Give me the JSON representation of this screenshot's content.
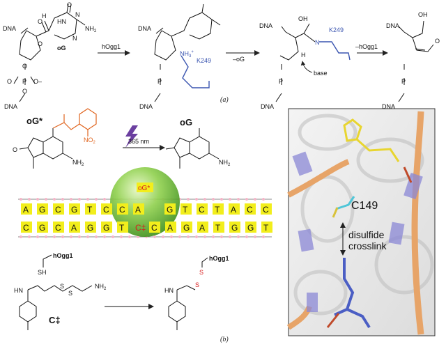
{
  "panel_a": {
    "label": "(a)",
    "s1": {
      "dna_top": "DNA",
      "dna_bottom": "DNA",
      "base_name": "oG",
      "o": "O",
      "o2": "O",
      "hn": "HN",
      "n1": "N",
      "n2": "N",
      "nh2": "NH",
      "h": "H",
      "o_ring": "O",
      "p": "P",
      "o_minus": "O",
      "o_plus": "O",
      "o_bot": "O",
      "o_top": "O"
    },
    "arrow1": "hOgg1",
    "s2": {
      "dna_top": "DNA",
      "dna_bottom": "DNA",
      "nh3": "NH",
      "nh3_sup": "+",
      "k249": "K249",
      "p": "P"
    },
    "arrow2": "–oG",
    "s3": {
      "dna_top": "DNA",
      "dna_bottom": "DNA",
      "oh": "OH",
      "n": "N",
      "k249": "K249",
      "h": "H",
      "base": "base",
      "p": "P"
    },
    "arrow3": "–hOgg1",
    "s4": {
      "dna_top": "DNA",
      "dna_bottom": "DNA",
      "oh": "OH",
      "o": "O",
      "p": "P"
    }
  },
  "panel_b": {
    "label": "(b)",
    "og_star_title": "oG*",
    "no2": "NO",
    "hv_label": "365 nm",
    "og_title": "oG",
    "nh2": "NH",
    "o": "O",
    "ctag": "oG*",
    "strand_top": [
      "A",
      "G",
      "C",
      "G",
      "T",
      "C",
      "C",
      "A",
      "G",
      "T",
      "C",
      "T",
      "A",
      "C",
      "C"
    ],
    "strand_bottom": [
      "C",
      "G",
      "C",
      "A",
      "G",
      "G",
      "T",
      "C‡",
      "C",
      "A",
      "G",
      "A",
      "T",
      "G",
      "G",
      "T"
    ],
    "hogg1_1": "hOgg1",
    "sh": "SH",
    "s_1": "S",
    "s_2": "S",
    "nh2b": "NH",
    "hn": "HN",
    "c_dagger": "C‡",
    "hogg1_2": "hOgg1",
    "hn2": "HN",
    "s_3": "S",
    "s_4": "S"
  },
  "structure_panel": {
    "c149": "C149",
    "disulfide": "disulfide",
    "crosslink": "crosslink"
  },
  "colors": {
    "blue": "#3a55b0",
    "orange": "#e0641e",
    "red": "#d81e1e",
    "yellow": "#f2ee1c",
    "green": "#5fb52e",
    "purple": "#6b3fa0"
  }
}
